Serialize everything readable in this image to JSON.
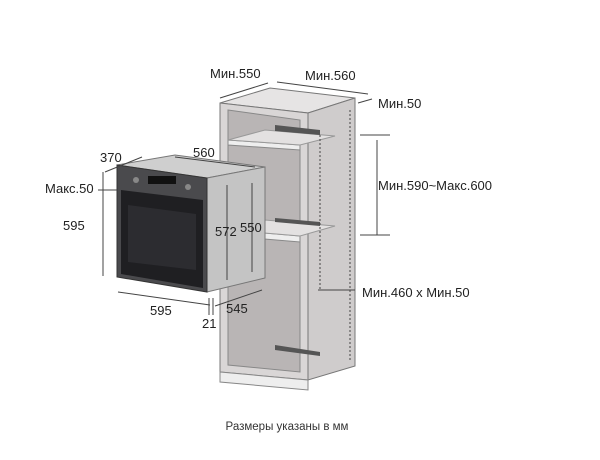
{
  "labels": {
    "cabinet_depth": "Мин.550",
    "cabinet_width": "Мин.560",
    "back_gap": "Мин.50",
    "niche_height": "Мин.590~Макс.600",
    "vent_opening": "Мин.460 x Мин.50",
    "oven_depth_front": "370",
    "oven_width_top": "560",
    "top_max": "Макс.50",
    "oven_height": "595",
    "body_height": "572",
    "inner_height": "550",
    "oven_width": "595",
    "body_depth": "545",
    "door_thickness": "21"
  },
  "caption": "Размеры указаны в мм",
  "colors": {
    "cabinet": "#d6d3d3",
    "cabinet_dark": "#9e9a9a",
    "oven": "#3a3a3c",
    "oven_body": "#c9c9c9"
  }
}
